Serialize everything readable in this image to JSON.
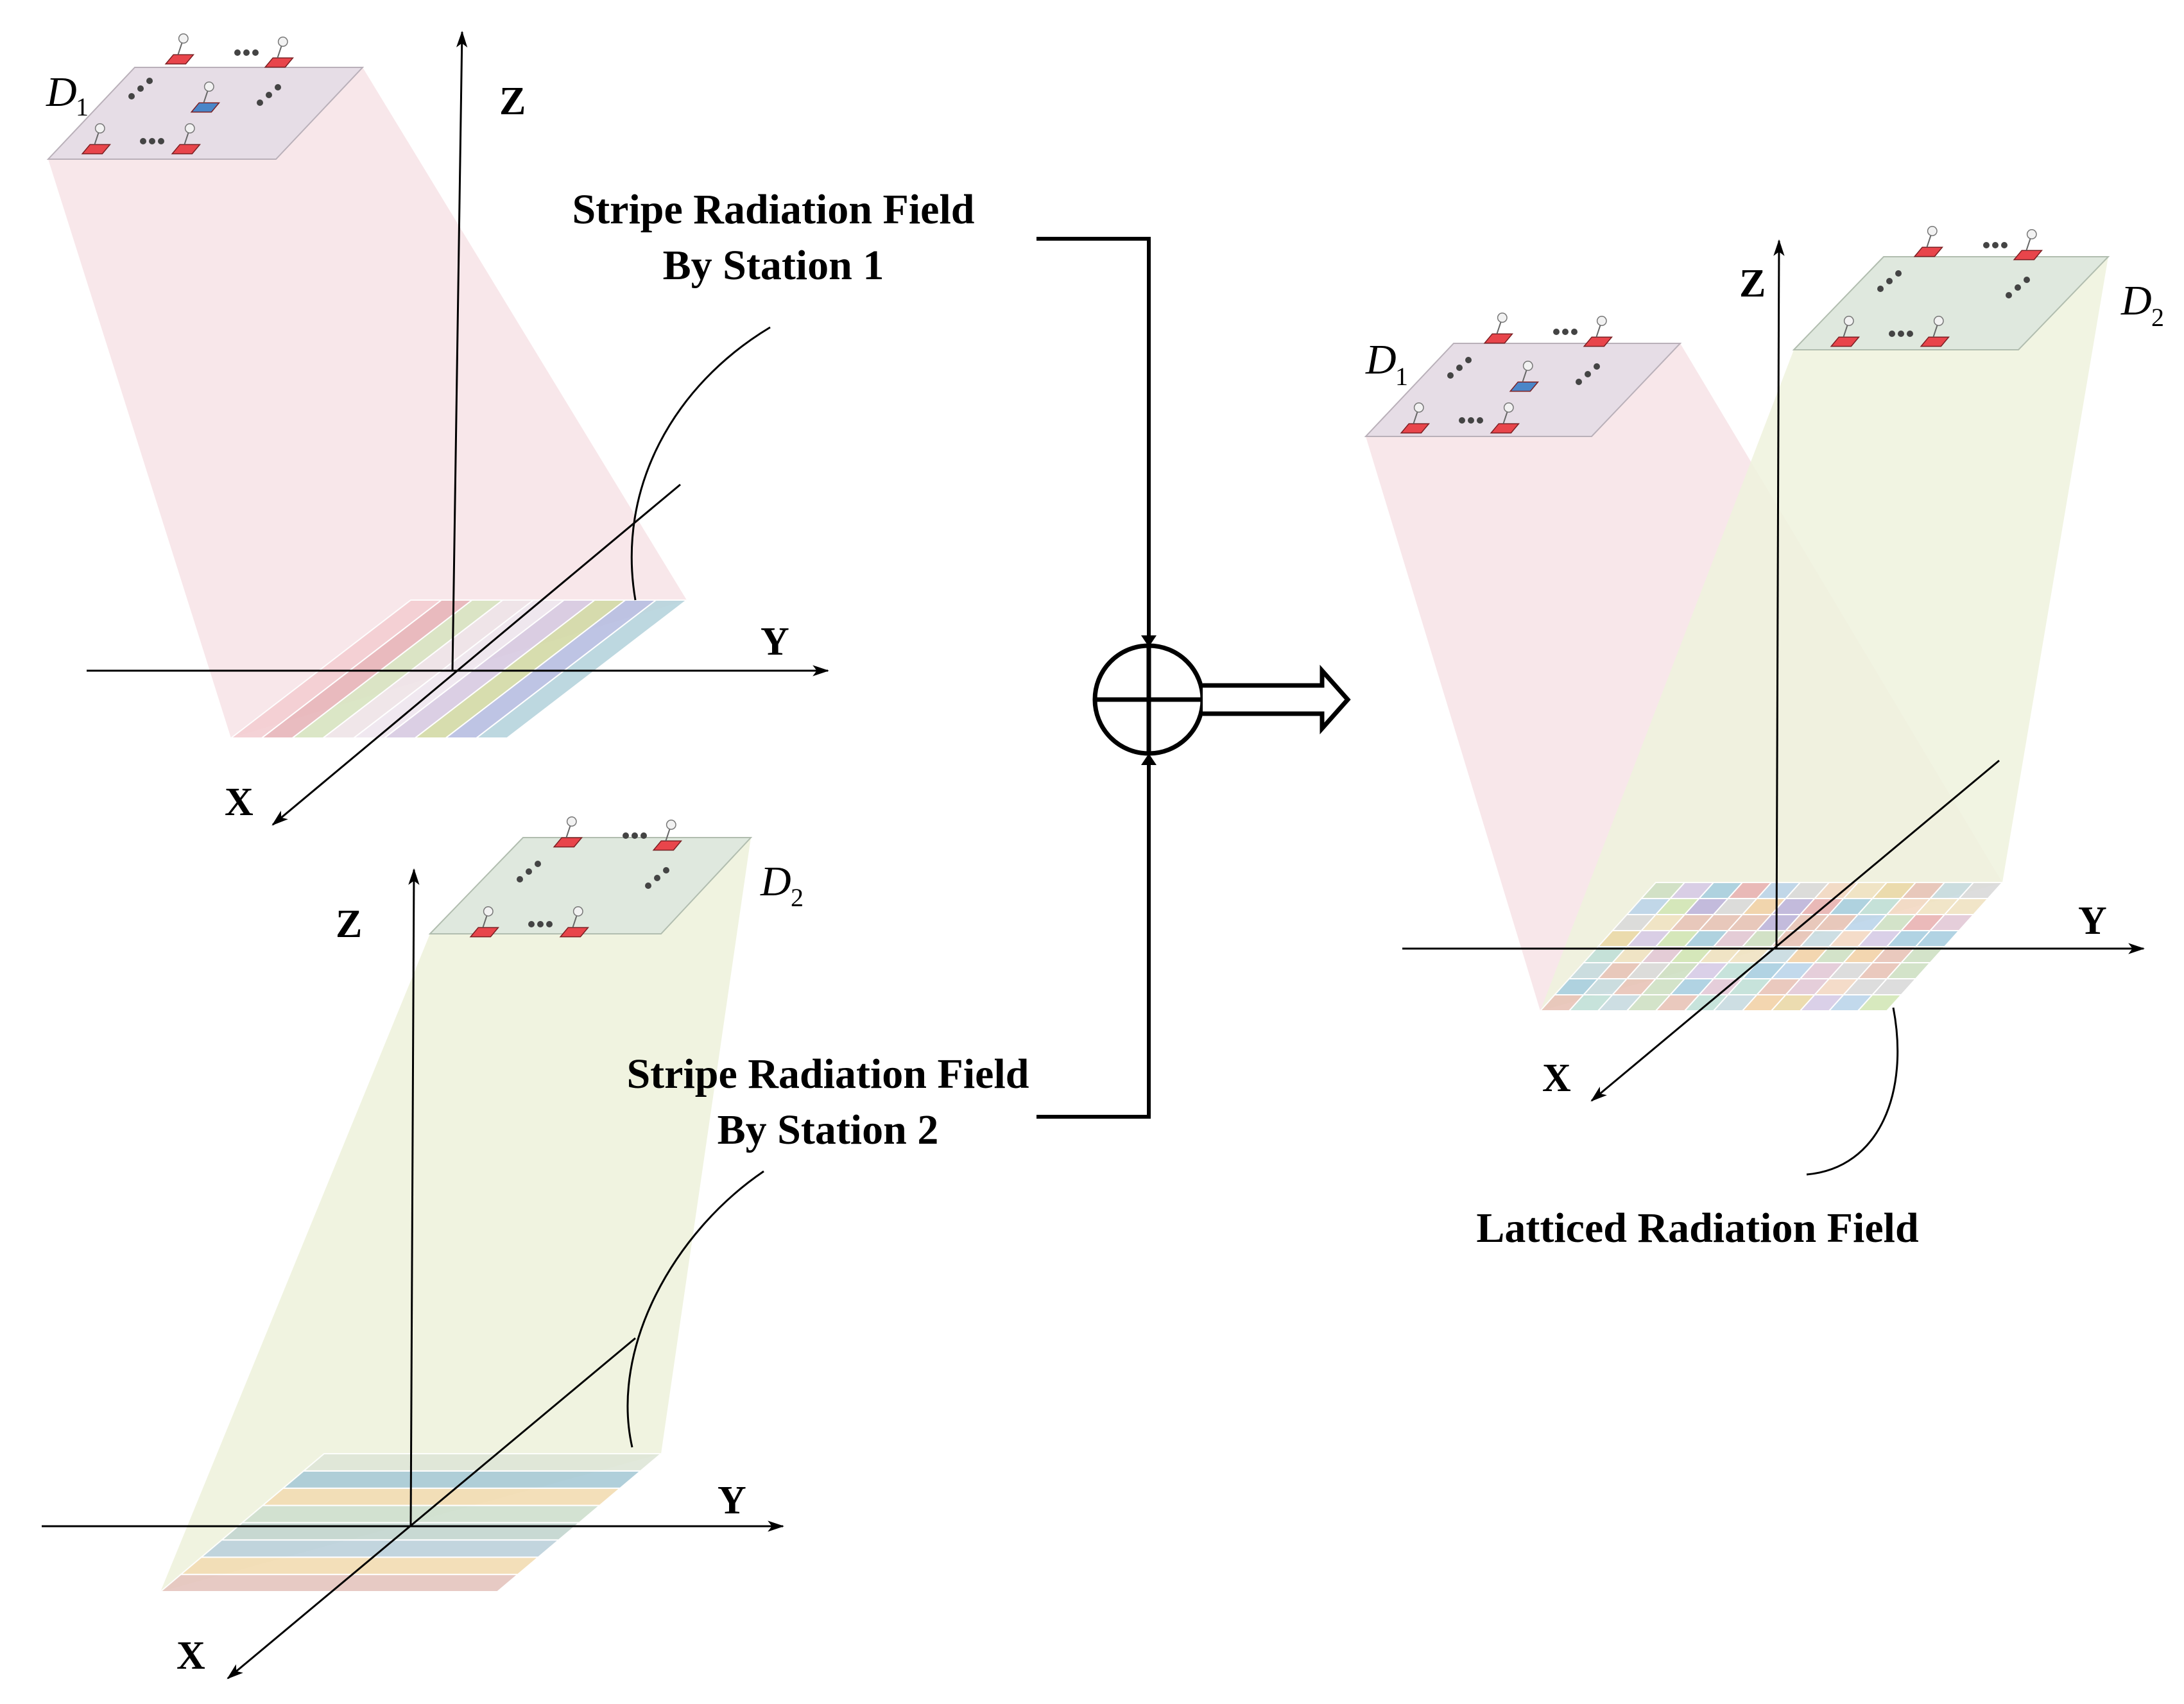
{
  "panels": {
    "station1": {
      "array_label": "D",
      "array_sub": "1",
      "field_title_line1": "Stripe Radiation Field",
      "field_title_line2": "By Station 1",
      "axis_x": "X",
      "axis_y": "Y",
      "axis_z": "Z",
      "beam_color": "#f7e3e6",
      "stripe_colors": [
        "#f4cfd3",
        "#e8b7bb",
        "#d9e4c2",
        "#efe4e8",
        "#efe7ef",
        "#d8cbe2",
        "#d4dba8",
        "#b9bfe2",
        "#b8d5de"
      ]
    },
    "station2": {
      "array_label": "D",
      "array_sub": "2",
      "field_title_line1": "Stripe Radiation Field",
      "field_title_line2": "By Station 2",
      "axis_x": "X",
      "axis_y": "Y",
      "axis_z": "Z",
      "beam_color": "#eef2dd",
      "stripe_colors": [
        "#e6c6bf",
        "#f3ddb4",
        "#bdd2dc",
        "#c4d6d0",
        "#d0e0cf",
        "#f3ddb4",
        "#aacbd7",
        "#dfe7d8"
      ]
    },
    "combined": {
      "array1_label": "D",
      "array1_sub": "1",
      "array2_label": "D",
      "array2_sub": "2",
      "field_title": "Latticed Radiation Field",
      "axis_x": "X",
      "axis_y": "Y",
      "axis_z": "Z"
    }
  },
  "operator": {
    "symbol": "circled-plus",
    "output_arrow": "double-line-arrow"
  },
  "colors": {
    "array_top_d1": "#e6dde6",
    "array_top_d2": "#dfe8de",
    "antenna_red": "#e8454b",
    "antenna_blue": "#4a86c8",
    "lattice_palette": [
      "#f3d9c4",
      "#c8dbe0",
      "#e3c9d6",
      "#cfe0c4",
      "#bcd5ea",
      "#f0e3c3",
      "#d7cbe6",
      "#e8c4b8",
      "#c1e0d8",
      "#ebd9a8",
      "#a9cfe0",
      "#e9b3b3",
      "#d3e7b7",
      "#bfb6dc",
      "#f2d2a8",
      "#dadada"
    ]
  },
  "icons": [
    "antenna-icon",
    "ellipsis-icon",
    "circled-plus-icon",
    "double-arrow-icon"
  ]
}
